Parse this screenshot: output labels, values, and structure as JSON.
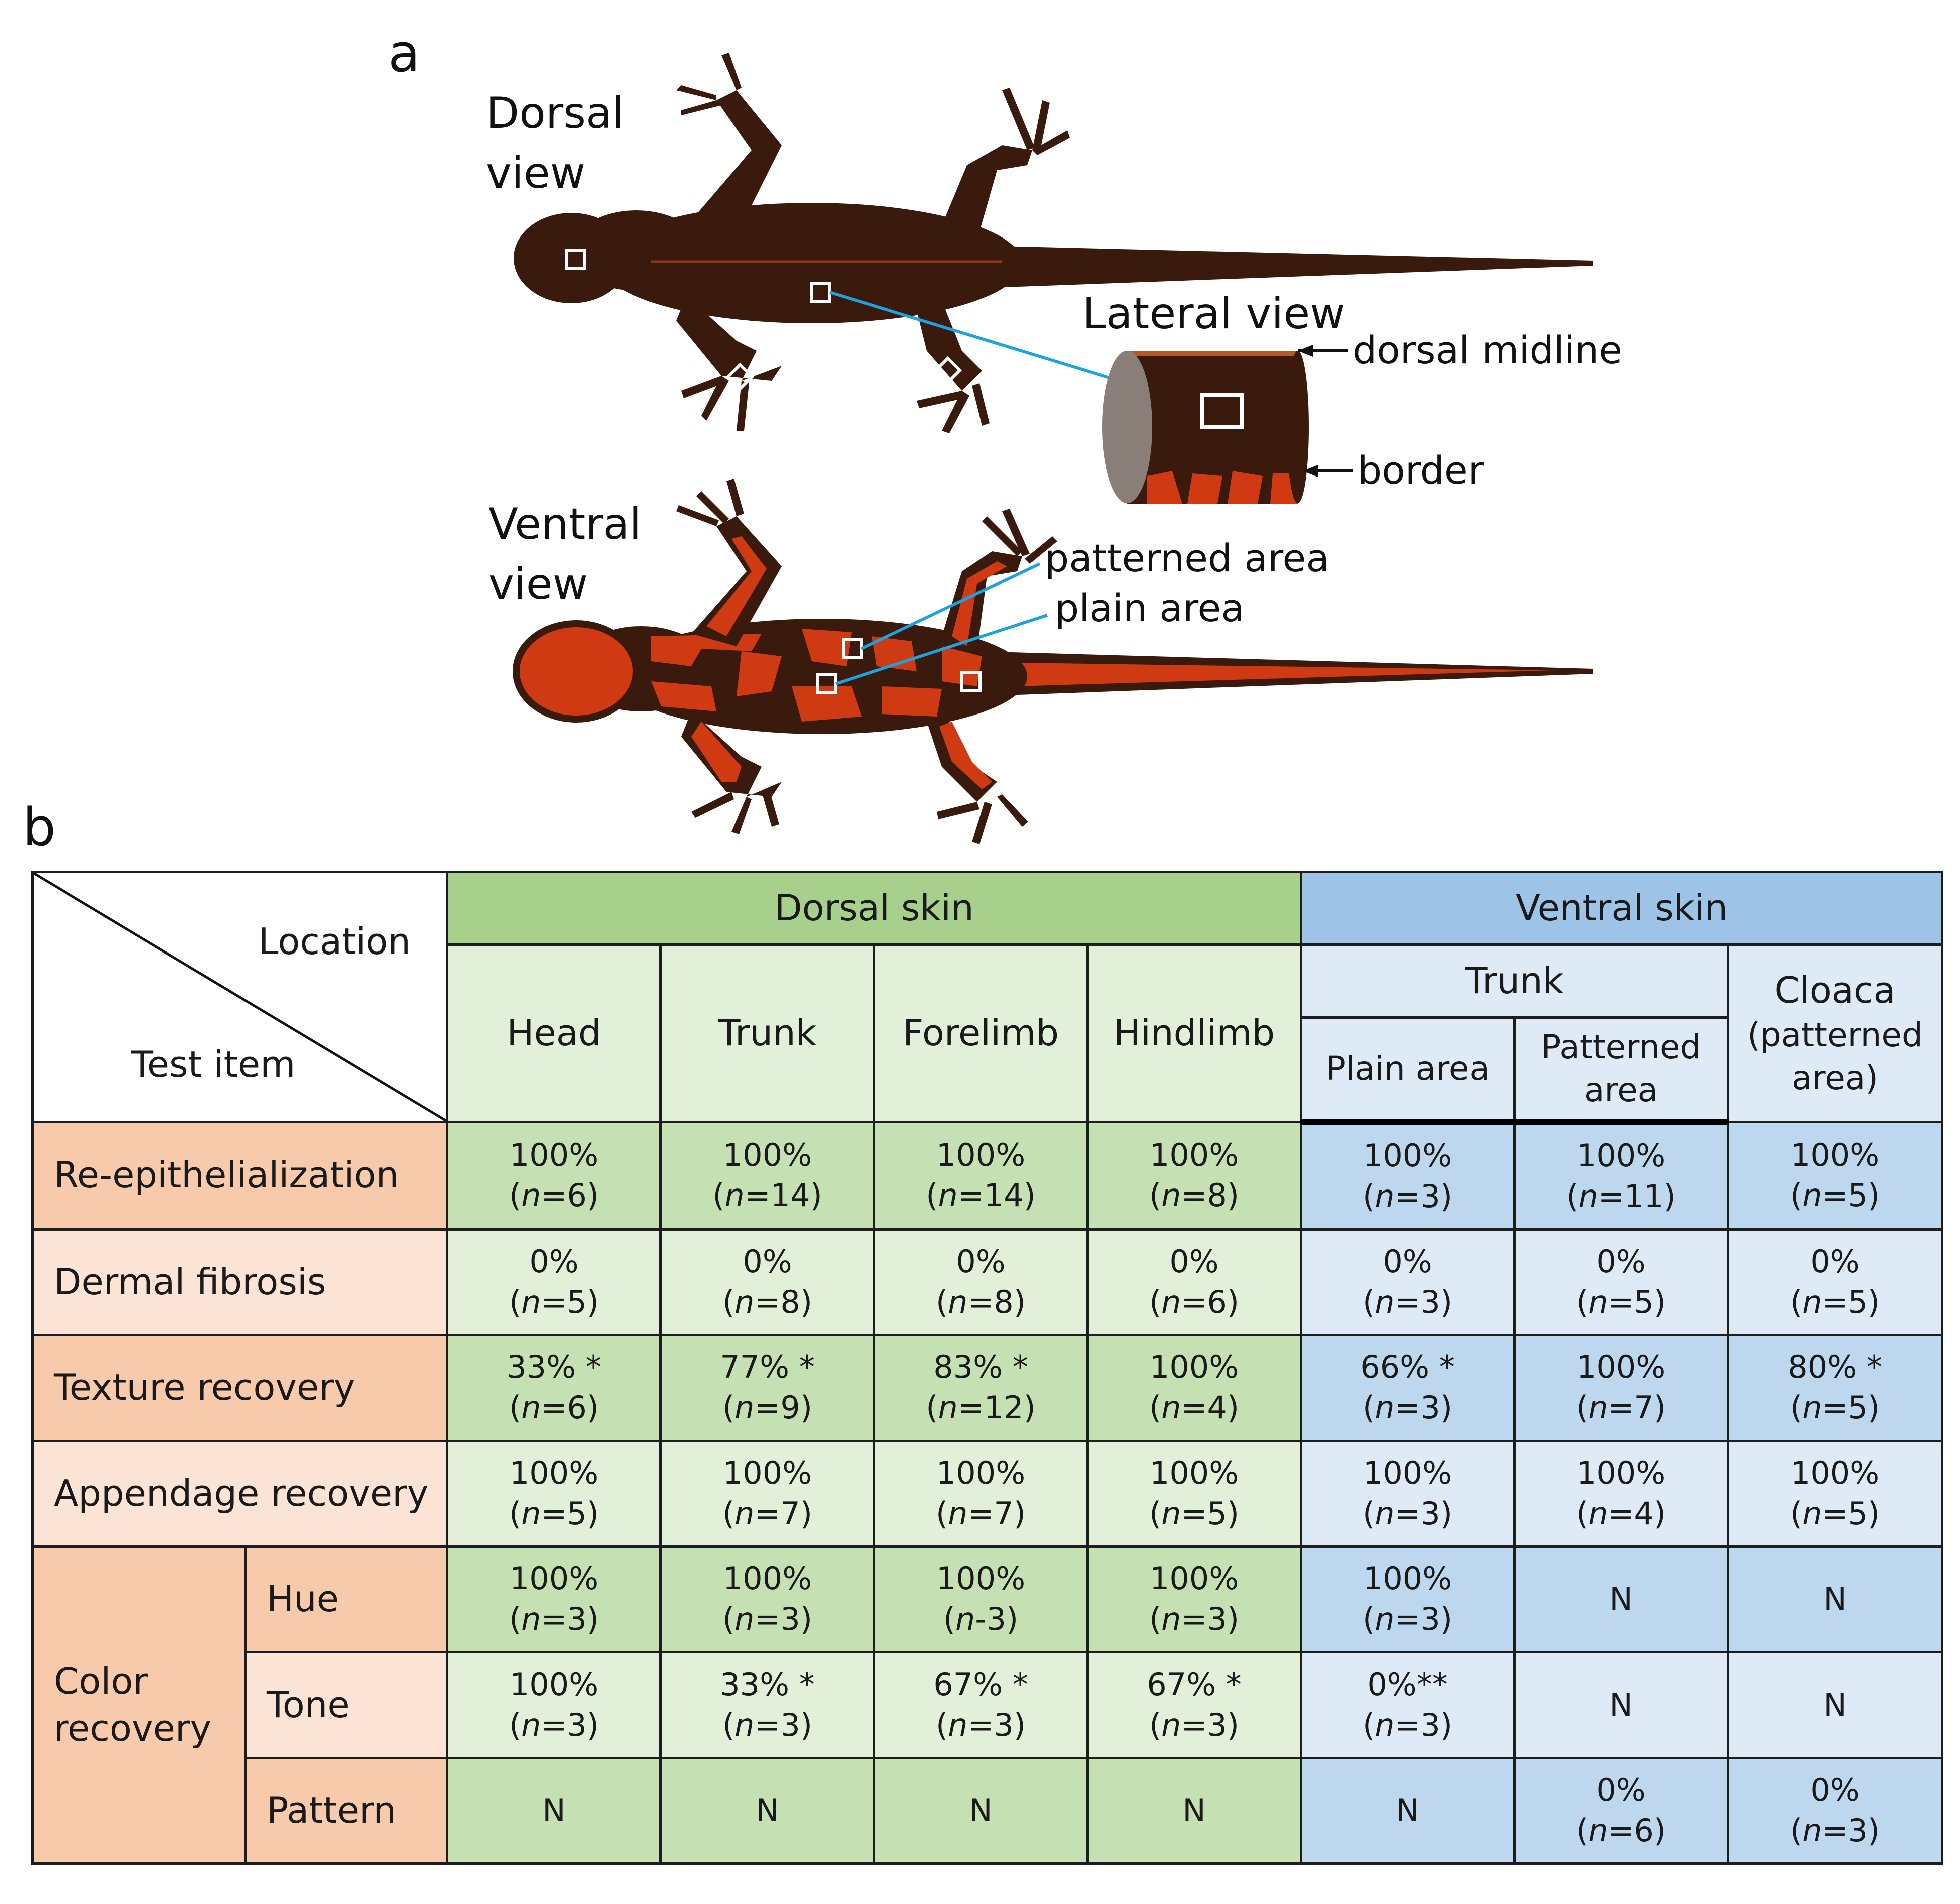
{
  "panel_a": {
    "letter": "a",
    "dorsal_view_line1": "Dorsal",
    "dorsal_view_line2": "view",
    "ventral_view_line1": "Ventral",
    "ventral_view_line2": "view",
    "lateral_view": "Lateral view",
    "dorsal_midline": "dorsal midline",
    "border": "border",
    "patterned_area": "patterned area",
    "plain_area": "plain area",
    "colors": {
      "dark_brown": "#3a1a0c",
      "red_orange": "#d03a12",
      "marker_line": "#1aa3e0"
    }
  },
  "panel_b": {
    "letter": "b",
    "corner_location": "Location",
    "corner_test_item": "Test item",
    "dorsal_skin": "Dorsal skin",
    "ventral_skin": "Ventral skin",
    "dorsal_columns": [
      "Head",
      "Trunk",
      "Forelimb",
      "Hindlimb"
    ],
    "ventral_trunk": "Trunk",
    "plain_area": "Plain area",
    "patterned_area_1": "Patterned",
    "patterned_area_2": "area",
    "cloaca_1": "Cloaca",
    "cloaca_2": "(patterned",
    "cloaca_3": "area)",
    "color_recovery_1": "Color",
    "color_recovery_2": "recovery",
    "rows": [
      {
        "label": "Re-epithelialization",
        "cells": [
          [
            "100%",
            "6"
          ],
          [
            "100%",
            "14"
          ],
          [
            "100%",
            "14"
          ],
          [
            "100%",
            "8"
          ],
          [
            "100%",
            "3"
          ],
          [
            "100%",
            "11"
          ],
          [
            "100%",
            "5"
          ]
        ]
      },
      {
        "label": "Dermal fibrosis",
        "cells": [
          [
            "0%",
            "5"
          ],
          [
            "0%",
            "8"
          ],
          [
            "0%",
            "8"
          ],
          [
            "0%",
            "6"
          ],
          [
            "0%",
            "3"
          ],
          [
            "0%",
            "5"
          ],
          [
            "0%",
            "5"
          ]
        ]
      },
      {
        "label": "Texture recovery",
        "cells": [
          [
            "33% *",
            "6"
          ],
          [
            "77% *",
            "9"
          ],
          [
            "83% *",
            "12"
          ],
          [
            "100%",
            "4"
          ],
          [
            "66% *",
            "3"
          ],
          [
            "100%",
            "7"
          ],
          [
            "80% *",
            "5"
          ]
        ]
      },
      {
        "label": "Appendage recovery",
        "cells": [
          [
            "100%",
            "5"
          ],
          [
            "100%",
            "7"
          ],
          [
            "100%",
            "7"
          ],
          [
            "100%",
            "5"
          ],
          [
            "100%",
            "3"
          ],
          [
            "100%",
            "4"
          ],
          [
            "100%",
            "5"
          ]
        ]
      },
      {
        "label": "Hue",
        "cells": [
          [
            "100%",
            "3"
          ],
          [
            "100%",
            "3"
          ],
          [
            "100%",
            "-3"
          ],
          [
            "100%",
            "3"
          ],
          [
            "100%",
            "3"
          ],
          [
            "N",
            ""
          ],
          [
            "N",
            ""
          ]
        ]
      },
      {
        "label": "Tone",
        "cells": [
          [
            "100%",
            "3"
          ],
          [
            "33% *",
            "3"
          ],
          [
            "67% *",
            "3"
          ],
          [
            "67% *",
            "3"
          ],
          [
            "0%**",
            "3"
          ],
          [
            "N",
            ""
          ],
          [
            "N",
            ""
          ]
        ]
      },
      {
        "label": "Pattern",
        "cells": [
          [
            "N",
            ""
          ],
          [
            "N",
            ""
          ],
          [
            "N",
            ""
          ],
          [
            "N",
            ""
          ],
          [
            "N",
            ""
          ],
          [
            "0%",
            "6"
          ],
          [
            "0%",
            "3"
          ]
        ]
      }
    ],
    "n_prefix": "n",
    "eq": "="
  }
}
